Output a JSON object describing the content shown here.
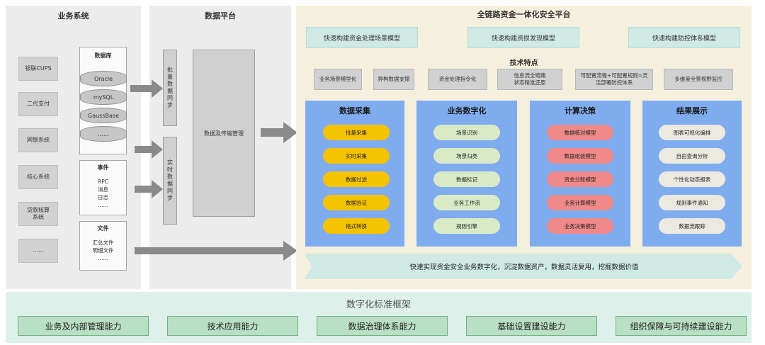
{
  "business": {
    "title": "业务系统",
    "systems": [
      "银联CUPS",
      "二代支付",
      "网银系统",
      "核心系统",
      "贷款核算\n系统",
      "……"
    ],
    "database": {
      "title": "数据库",
      "items": [
        "Oracle",
        "mySQL",
        "GaussBase",
        "……"
      ]
    },
    "events": {
      "title": "事件",
      "items": [
        "RPC",
        "消息",
        "日志",
        "……"
      ]
    },
    "files": {
      "title": "文件",
      "items": [
        "汇总文件",
        "明细文件",
        "……"
      ]
    }
  },
  "data_platform": {
    "title": "数据平台",
    "batch_sync": "批量数据同步",
    "realtime_sync": "实时数据同步",
    "management": "数据及传输管理"
  },
  "security": {
    "title": "全链路资金一体化安全平台",
    "models": [
      "快速构建资金处理场景模型",
      "快速构建资损发现模型",
      "快速构建防控体系模型"
    ],
    "tech_title": "技术特点",
    "tech": [
      "业务场景模型化",
      "异构数据支撑",
      "资金处理指令化",
      "信息流全链路\n状态精准还原",
      "可配置流程+可配置规则=灵\n活部署防控体系",
      "多维度全景视野监控"
    ],
    "columns": [
      {
        "title": "数据采集",
        "items": [
          "批量采集",
          "实时采集",
          "数据过滤",
          "数据验证",
          "格式转换"
        ]
      },
      {
        "title": "业务数字化",
        "items": [
          "场景识别",
          "场景归类",
          "数据标记",
          "业务工作流",
          "规则引擎"
        ]
      },
      {
        "title": "计算决策",
        "items": [
          "数据核对模型",
          "数据组装模型",
          "资金分账模型",
          "业务计算模型",
          "业务决策模型"
        ]
      },
      {
        "title": "结果展示",
        "items": [
          "图表可视化编排",
          "自由查询分析",
          "个性化动态报表",
          "规则事件通知",
          "数据流跟踪"
        ]
      }
    ],
    "banner": "快速实现资金安全业务数字化，沉淀数据资产，数据灵活复用，挖掘数据价值"
  },
  "framework": {
    "title": "数字化标准框架",
    "capabilities": [
      "业务及内部管理能力",
      "技术应用能力",
      "数据治理体系能力",
      "基础设置建设能力",
      "组织保障与可持续建设能力"
    ]
  },
  "colors": {
    "panel_grey": "#ececec",
    "panel_beige": "#f5efde",
    "mint": "#cfe9e4",
    "blue": "#7facef",
    "yellow": "#f6c300",
    "green": "#d9ebc6",
    "red": "#f08a8a",
    "cream": "#ece9e1",
    "arrow": "#8a8a8a"
  }
}
